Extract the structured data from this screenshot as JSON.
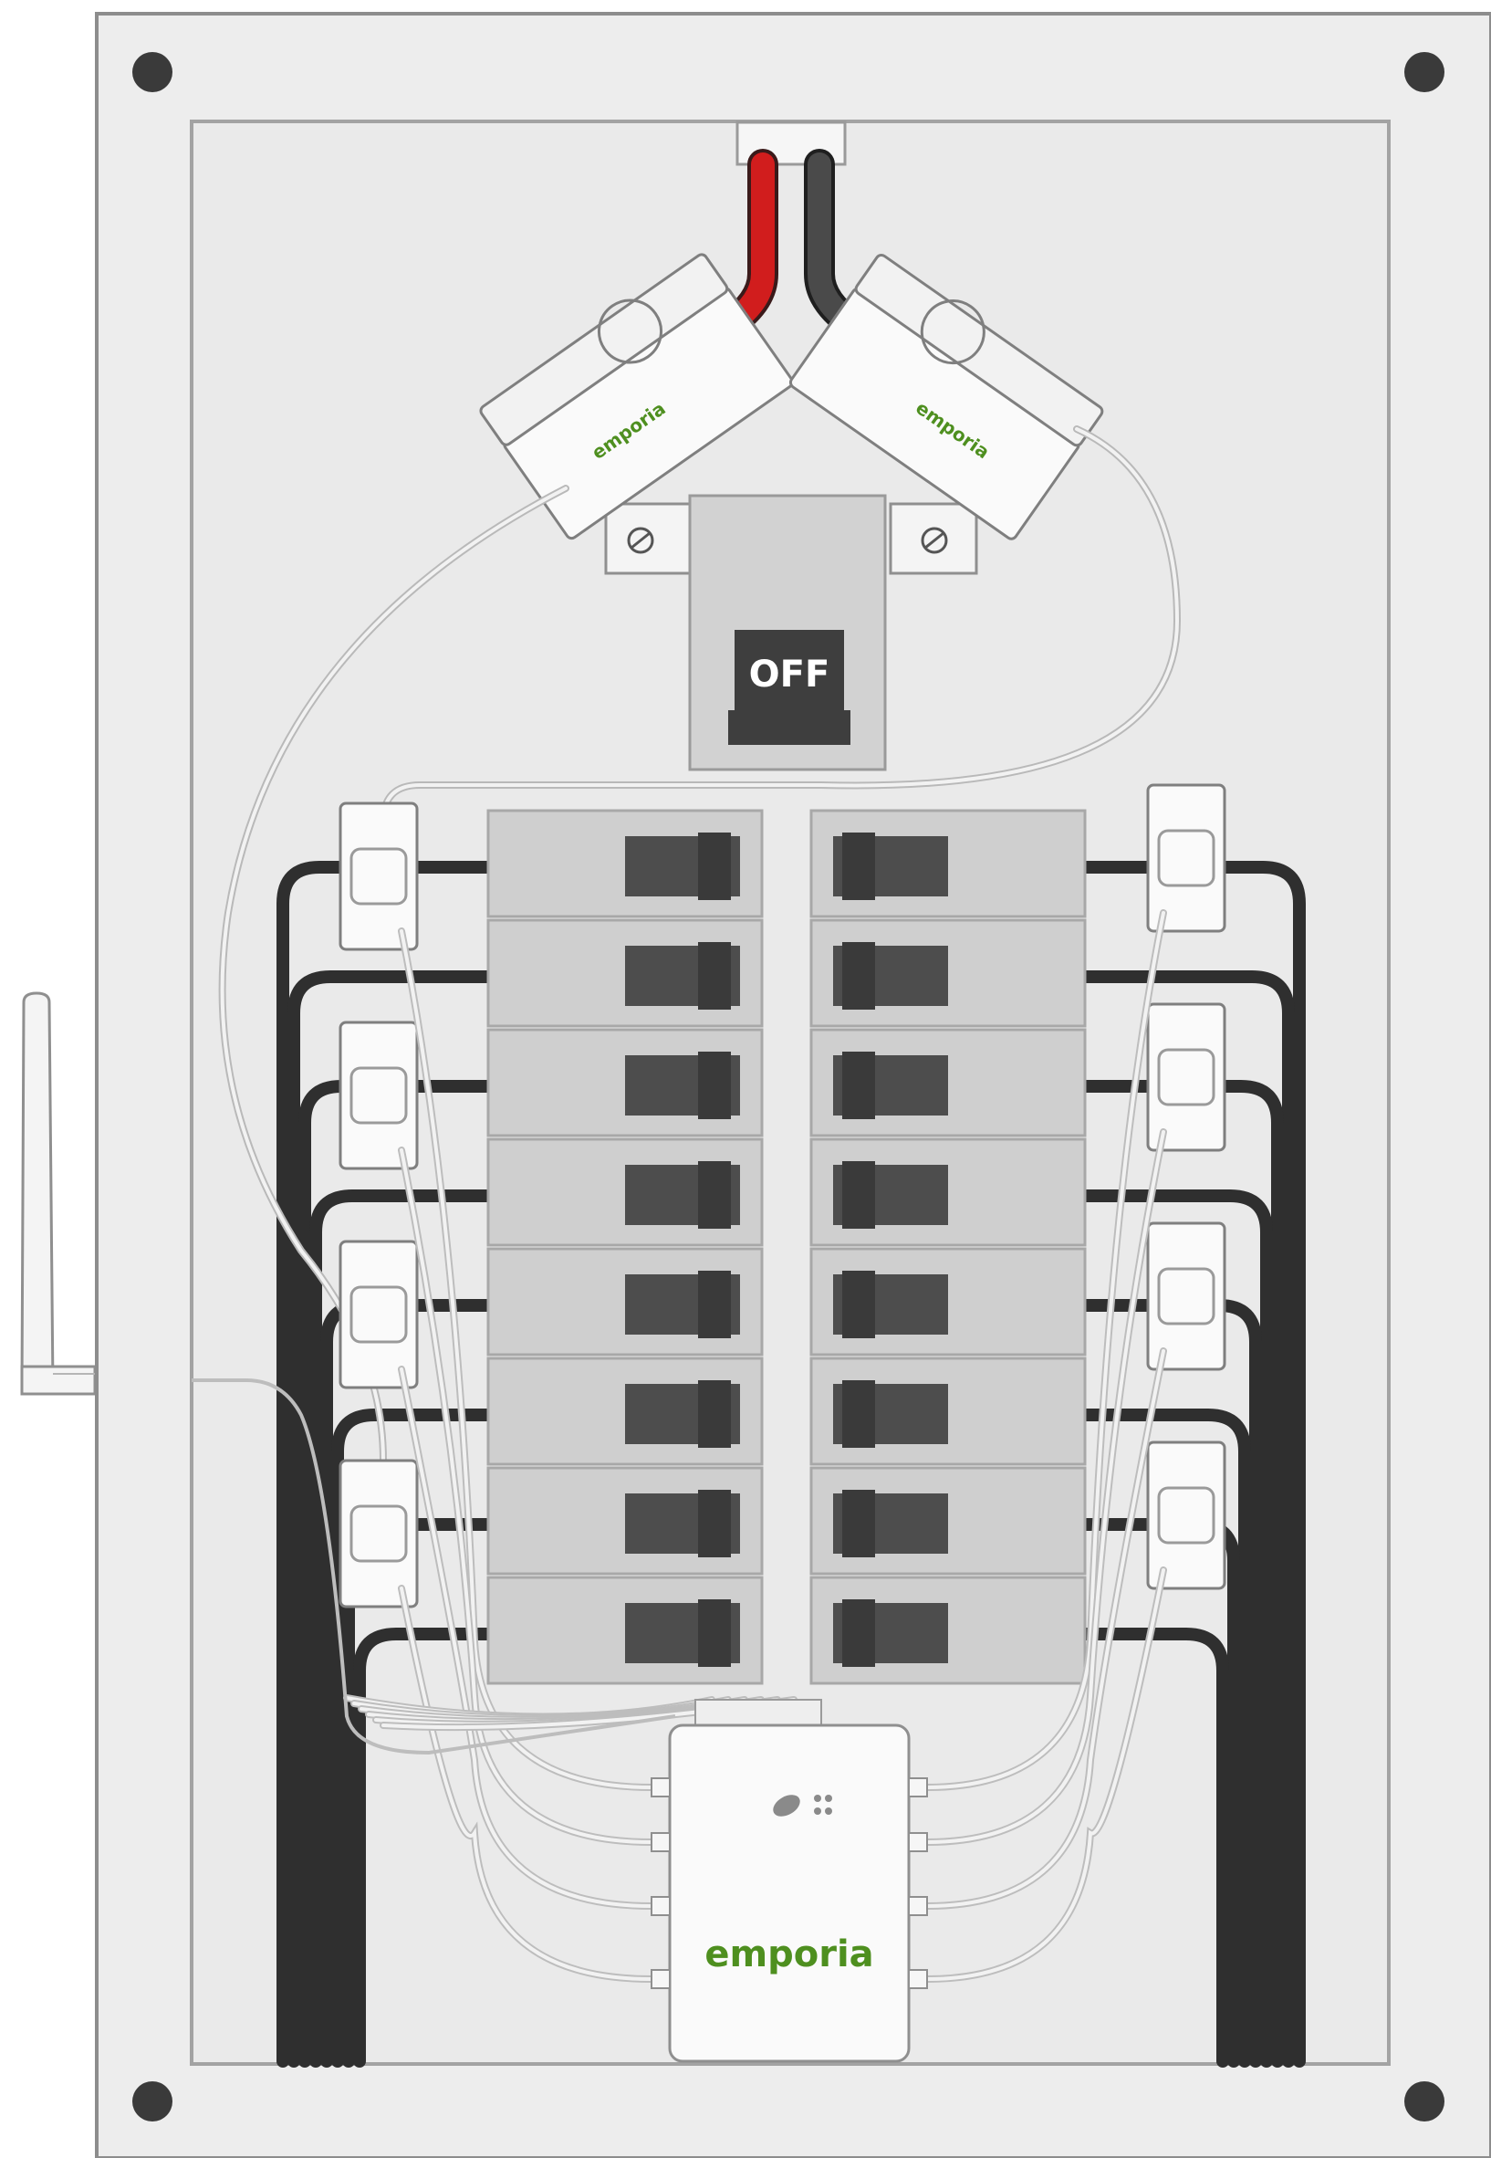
{
  "diagram": {
    "main_breaker": {
      "state_label": "OFF"
    },
    "main_cts": {
      "brand_label": "emporia"
    },
    "monitor": {
      "brand_label": "emporia"
    },
    "breakers": {
      "left_count": 8,
      "right_count": 8
    },
    "colors": {
      "panel": "#eeeeee",
      "panel_stroke": "#9a9a9a",
      "breaker_body": "#cfcfcf",
      "breaker_toggle": "#4d4d4d",
      "wire_dark": "#2f2f2f",
      "wire_red": "#d11d1d",
      "brand_green": "#4e8f1f",
      "sensor_wire": "#bdbdbd"
    },
    "icons": [
      "antenna-icon",
      "screw-icon",
      "wifi-indicator-icon"
    ]
  }
}
